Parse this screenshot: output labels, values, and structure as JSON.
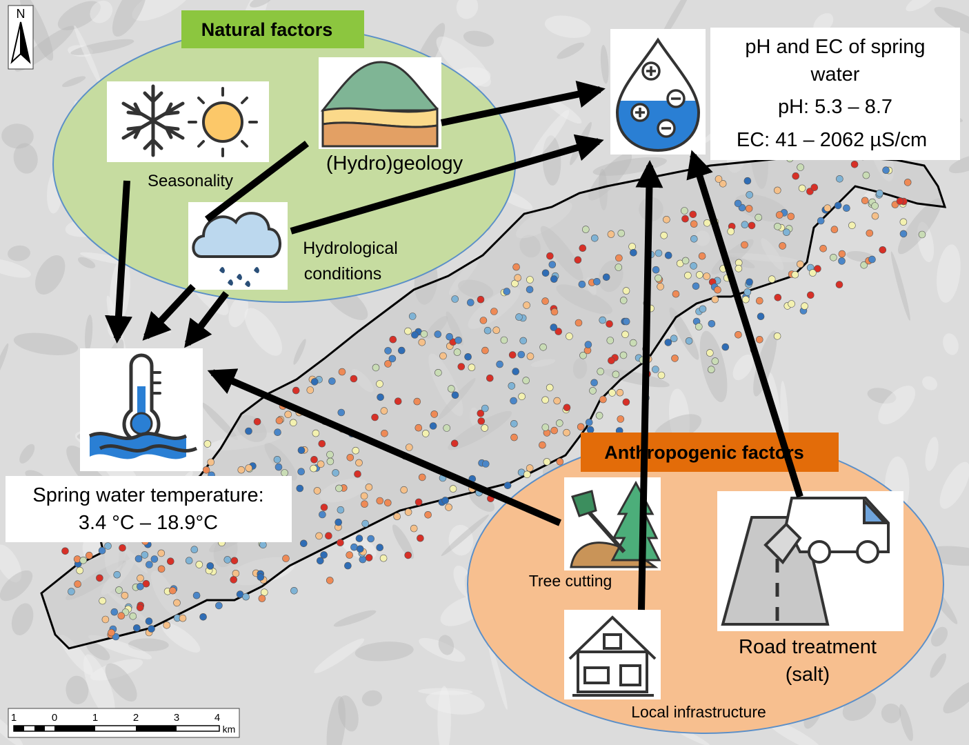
{
  "north_arrow": {
    "label": "N"
  },
  "natural": {
    "title": "Natural factors",
    "seasonality": "Seasonality",
    "hydrogeology": "(Hydro)geology",
    "hydro_line1": "Hydrological",
    "hydro_line2": "conditions"
  },
  "result_ph_ec": {
    "line1": "pH and EC of spring",
    "line2": "water",
    "line3": "pH: 5.3 – 8.7",
    "line4": "EC: 41 – 2062 µS/cm"
  },
  "result_temp": {
    "line1": "Spring water temperature:",
    "line2": "3.4 °C – 18.9°C"
  },
  "anthropogenic": {
    "title": "Anthropogenic factors",
    "tree_cutting": "Tree cutting",
    "local_infrastructure": "Local infrastructure",
    "road_line1": "Road treatment",
    "road_line2": "(salt)"
  },
  "scale_bar": {
    "ticks": [
      "1",
      "0",
      "1",
      "2",
      "3",
      "4"
    ],
    "unit": "km"
  },
  "colors": {
    "natural_fill": "#c6dca0",
    "natural_title_bg": "#8cc63f",
    "anthro_fill": "#f7bf8f",
    "anthro_title_bg": "#e36c09",
    "arrow": "#000000",
    "point_palette": [
      "#2f6db5",
      "#4a86c8",
      "#7fb3d5",
      "#c9dcb5",
      "#f3f1b0",
      "#f5c089",
      "#ee8a56",
      "#d73027"
    ]
  }
}
